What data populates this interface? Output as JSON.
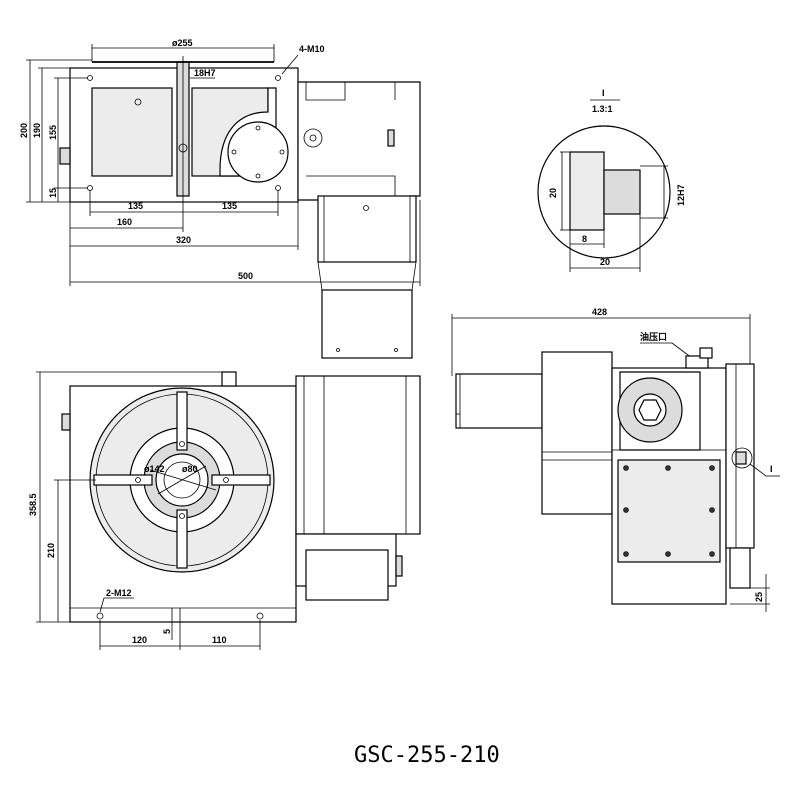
{
  "drawing": {
    "title": "GSC-255-210",
    "top_view": {
      "dims": {
        "d255": "ø255",
        "m10": "4-M10",
        "h18": "18H7",
        "v200": "200",
        "v190": "190",
        "v155": "155",
        "v15": "15",
        "h135a": "135",
        "h135b": "135",
        "h160": "160",
        "h320": "320",
        "h500": "500"
      }
    },
    "detail": {
      "label": "I",
      "scale": "1.3:1",
      "dims": {
        "v20": "20",
        "h8": "8",
        "h20": "20",
        "v12": "12H7"
      }
    },
    "front_view": {
      "dims": {
        "v358": "358.5",
        "v210": "210",
        "d142": "ø142",
        "d80": "ø80",
        "m12": "2-M12",
        "h120": "120",
        "h110": "110",
        "v5": "5"
      }
    },
    "side_view": {
      "dims": {
        "h428": "428",
        "oil": "油压口",
        "callout": "I",
        "v25": "25"
      }
    }
  }
}
